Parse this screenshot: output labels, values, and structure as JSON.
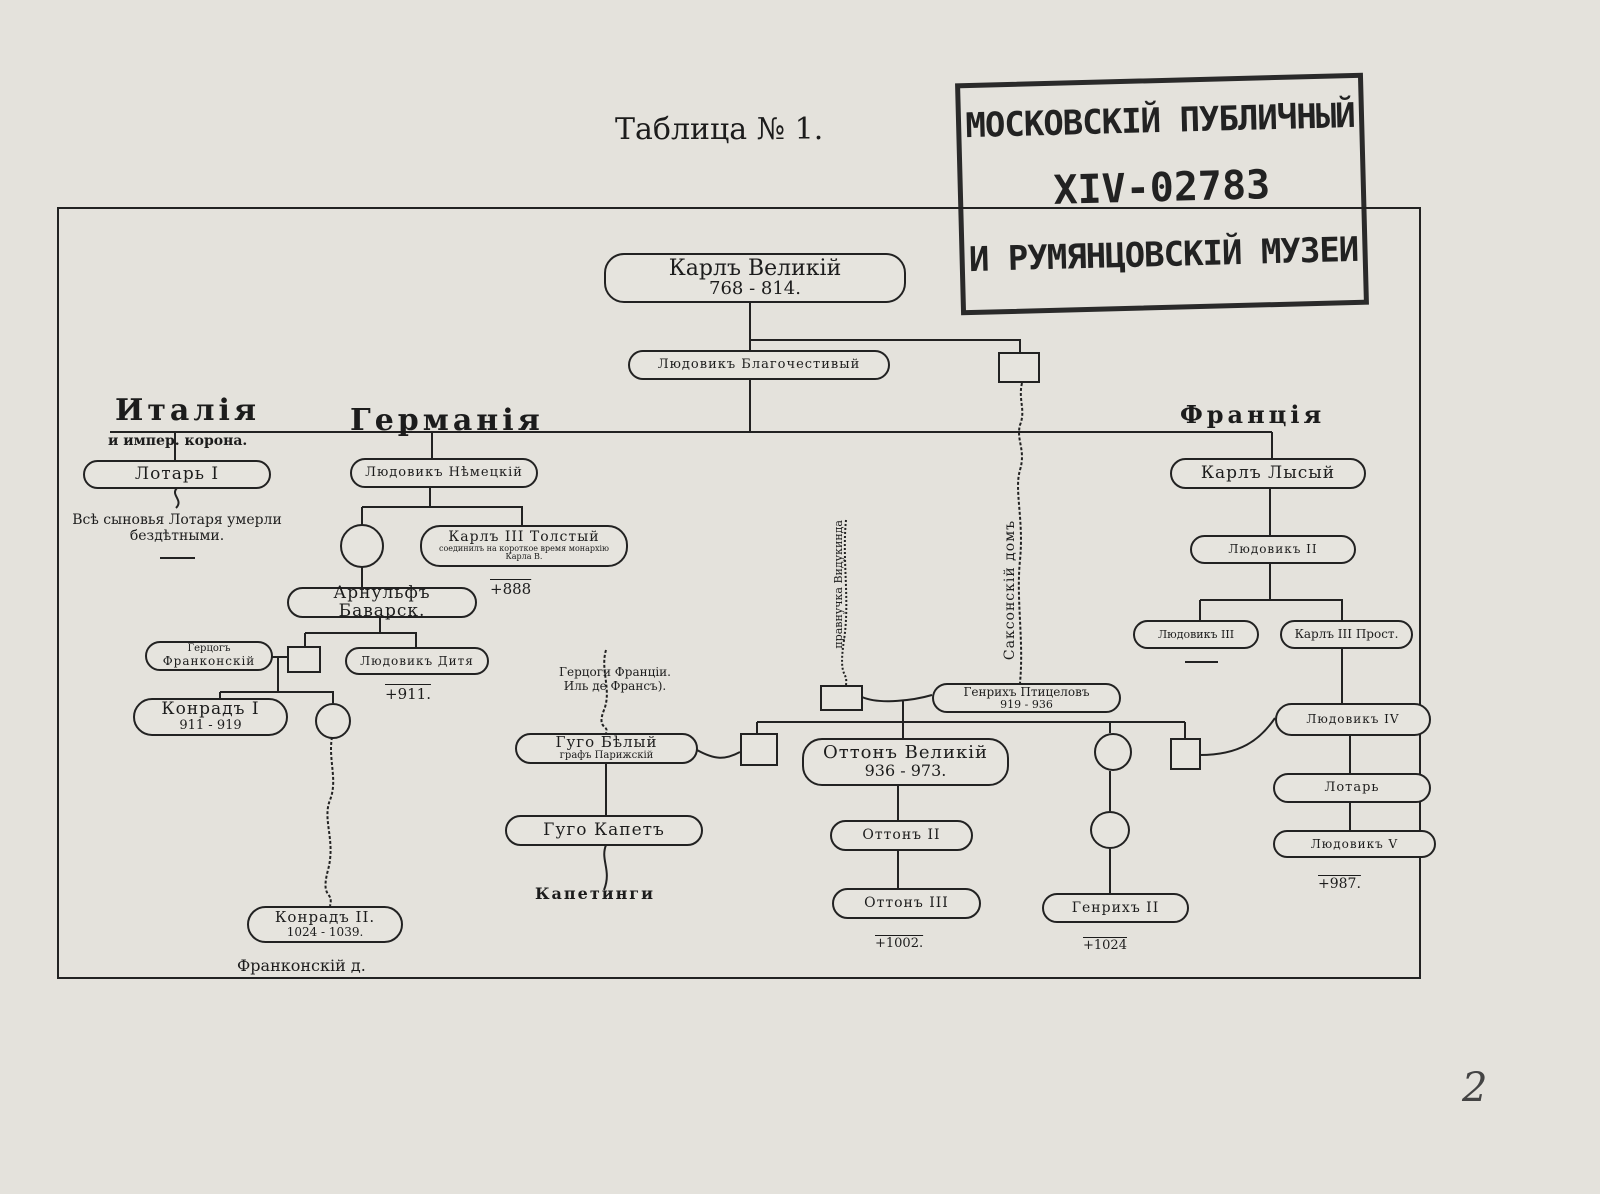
{
  "title": "Таблица № 1.",
  "page_number": "2",
  "stamp": {
    "line1": "МОСКОВСКІЙ ПУБЛИЧНЫЙ",
    "line2": "XIV-02783",
    "line3": "И РУМЯНЦОВСКІЙ МУЗЕИ"
  },
  "regions": {
    "italy": "Италія",
    "italy_sub": "и импер. корона.",
    "germany": "Германія",
    "france": "Франція"
  },
  "nodes": {
    "karl_veliky": {
      "name": "Карлъ Великій",
      "years": "768 - 814."
    },
    "ludovik_blag": {
      "name": "Людовикъ Благочестивый"
    },
    "lotar_1": {
      "name": "Лотарь I"
    },
    "lotar_note": "Всѣ сыновья Лотаря умерли бездѣтными.",
    "ludovik_nem": {
      "name": "Людовикъ Нѣмецкій"
    },
    "karl_3_tolsty": {
      "name": "Карлъ III Толстый",
      "note": "соединилъ на короткое время монархію Карла В."
    },
    "death_888": "+888",
    "arnulf": {
      "name": "Арнульфъ Баварск."
    },
    "gercog_frank": {
      "title": "Герцогъ",
      "name": "Франконскій"
    },
    "ludovik_ditya": {
      "name": "Людовикъ Дитя"
    },
    "death_911": "+911.",
    "konrad_1": {
      "name": "Конрадъ I",
      "years": "911 - 919"
    },
    "konrad_2": {
      "name": "Конрадъ II.",
      "years": "1024 - 1039."
    },
    "frank_dom": "Франконскій д.",
    "gercogi_francii": "Герцоги Франціи. Иль де Франсъ).",
    "hugo_bely": {
      "name": "Гуго Бѣлый",
      "sub": "графъ Парижскій"
    },
    "hugo_capet": {
      "name": "Гуго Капетъ"
    },
    "capetingi": "Капетинги",
    "vidukind": "правнучка Видукинда",
    "saxon_house": "Саксонскій домъ",
    "genrikh_pt": {
      "name": "Генрихъ Птицеловъ",
      "years": "919 - 936"
    },
    "otton_vel": {
      "name": "Оттонъ Великій",
      "years": "936 - 973."
    },
    "otton_2": {
      "name": "Оттонъ II"
    },
    "otton_3": {
      "name": "Оттонъ III"
    },
    "death_1002": "+1002.",
    "genrikh_2": {
      "name": "Генрихъ II"
    },
    "death_1024": "+1024",
    "karl_lysy": {
      "name": "Карлъ Лысый"
    },
    "ludovik_2": {
      "name": "Людовикъ II"
    },
    "ludovik_3": {
      "name": "Людовикъ III"
    },
    "karl_3_prost": {
      "name": "Карлъ III Прост."
    },
    "ludovik_4": {
      "name": "Людовикъ IV"
    },
    "lotar": {
      "name": "Лотарь"
    },
    "ludovik_5": {
      "name": "Людовикъ V"
    },
    "death_987": "+987."
  }
}
